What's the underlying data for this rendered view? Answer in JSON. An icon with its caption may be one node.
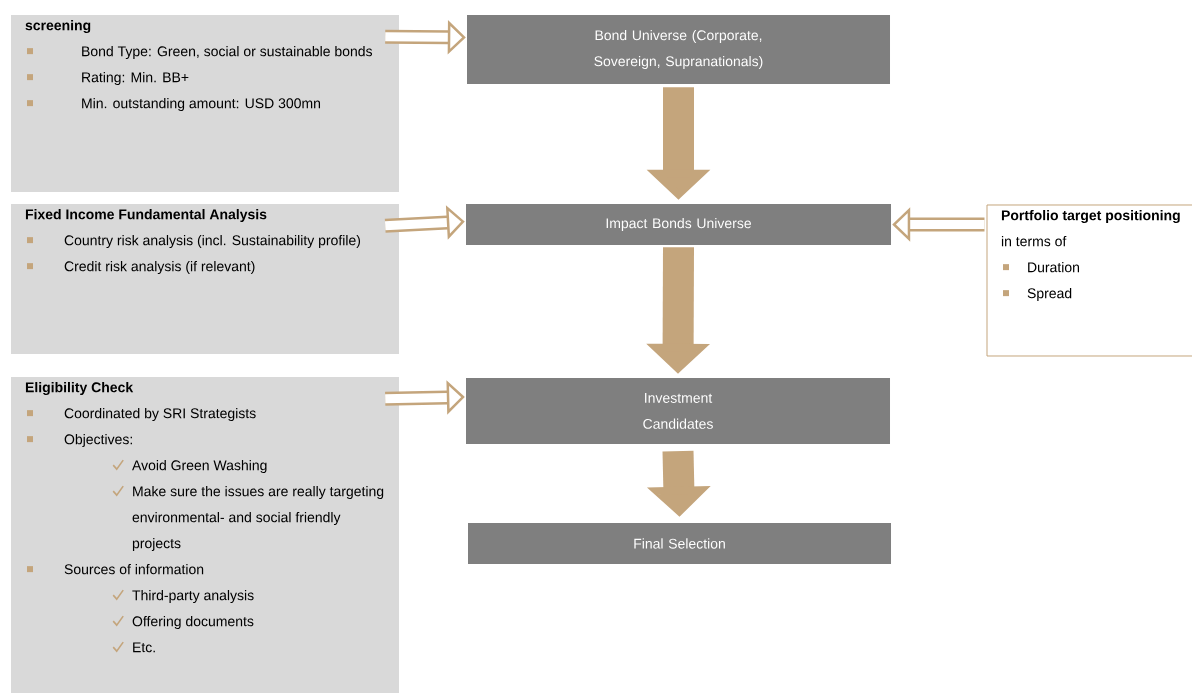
{
  "diagram": {
    "nodes": [
      {
        "text": [
          "screening",
          "Bond Type: Green, social or sustainable bonds",
          "Rating: Min. BB+",
          "Min. outstanding amount: USD 300mn"
        ]
      },
      {
        "text": [
          "Fixed Income Fundamental Analysis",
          "Country risk analysis (incl. Sustainability profile)",
          "Credit risk analysis (if relevant)"
        ]
      },
      {
        "text": [
          "Eligibility Check",
          "Coordinated by SRI Strategists",
          "Objectives:",
          "Avoid Green Washing",
          "Make sure the issues are really targeting environmental- and social friendly projects",
          "Sources of information",
          "Third-party analysis",
          "Offering documents",
          "Etc."
        ]
      },
      {
        "text": [
          "Bond Universe (Corporate, Sovereign, Supranationals)"
        ]
      },
      {
        "text": [
          "Impact Bonds Universe"
        ]
      },
      {
        "text": [
          "Investment Candidates"
        ]
      },
      {
        "text": [
          "Final Selection"
        ]
      },
      {
        "text": [
          "**Portfolio target positioning** in terms of",
          "Duration",
          "Spread"
        ]
      }
    ],
    "edges": [
      {
        "from": 0,
        "to": 3,
        "arrow": "to"
      },
      {
        "from": 1,
        "to": 4,
        "arrow": "to"
      },
      {
        "from": 2,
        "to": 5,
        "arrow": "to"
      },
      {
        "from": 7,
        "to": 4,
        "arrow": "to"
      },
      {
        "from": 3,
        "to": 4,
        "arrow": "to",
        "style": "thick"
      },
      {
        "from": 4,
        "to": 5,
        "arrow": "to",
        "style": "thick"
      },
      {
        "from": 5,
        "to": 6,
        "arrow": "to",
        "style": "thick"
      }
    ]
  }
}
